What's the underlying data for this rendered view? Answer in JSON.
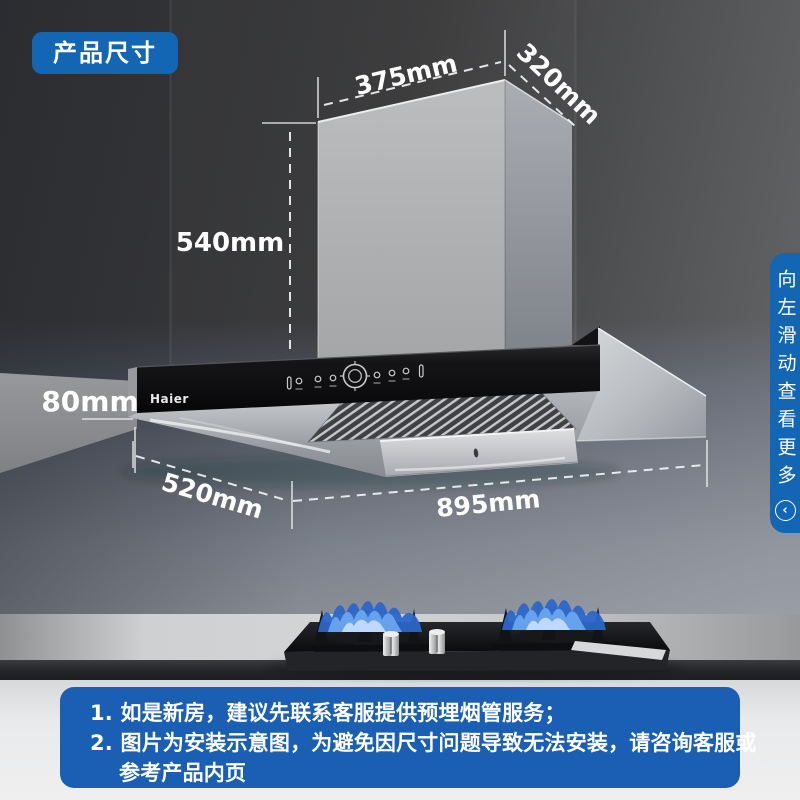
{
  "badge": {
    "label": "产品尺寸"
  },
  "brand": {
    "name": "Haier"
  },
  "dimensions": {
    "duct_width": "375mm",
    "duct_depth": "320mm",
    "chimney_height": "540mm",
    "panel_height": "80mm",
    "hood_depth": "520mm",
    "hood_width": "895mm"
  },
  "side_banner": {
    "text": "向左滑动查看更多",
    "chevron": "‹"
  },
  "notes": {
    "item1": "1. 如是新房，建议先联系客服提供预埋烟管服务；",
    "item2": "2. 图片为安装示意图，为避免因尺寸问题导致无法安装，请咨询客服或",
    "item2_cont": "参考产品内页"
  },
  "colors": {
    "accent_blue": "#1366b3",
    "note_blue": "#1a5fb4",
    "wall_dark": "#3a3a3b",
    "wall_light": "#878c95",
    "counter_light": "#d2d3d4",
    "flame_blue": "#2b66c8"
  }
}
